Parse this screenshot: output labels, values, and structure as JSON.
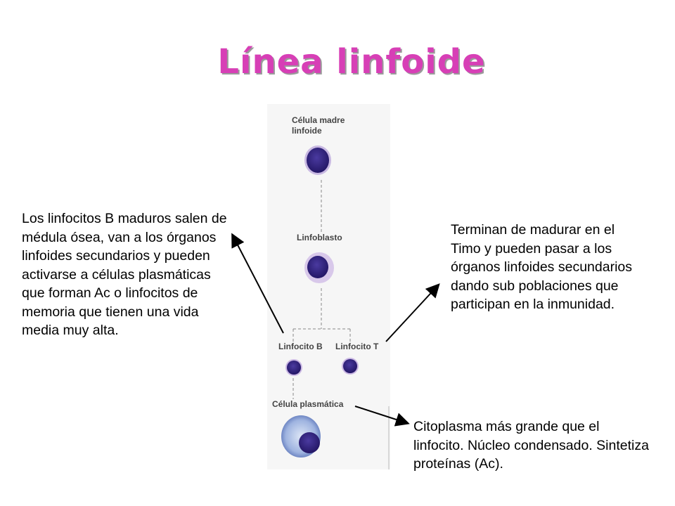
{
  "slide": {
    "title": "Línea linfoide",
    "left_text": "Los linfocitos B maduros salen de médula ósea, van a los órganos linfoides secundarios y pueden activarse a células plasmáticas que forman Ac o linfocitos de memoria que tienen una vida media muy alta.",
    "right_text": "Terminan de madurar en el Timo y pueden pasar a los órganos linfoides secundarios dando sub poblaciones que participan en la inmunidad.",
    "bottom_text": "Citoplasma más grande que el linfocito. Núcleo condensado. Sintetiza proteínas (Ac)."
  },
  "diagram": {
    "labels": {
      "stem": "Célula madre linfoide",
      "lymphoblast": "Linfoblasto",
      "lymph_b": "Linfocito B",
      "lymph_t": "Linfocito T",
      "plasma": "Célula plasmática"
    },
    "colors": {
      "nucleus": "#2d1f7a",
      "cytoplasm": "#c9b6de",
      "plasma_cytoplasm": "#8aa3d6"
    }
  }
}
